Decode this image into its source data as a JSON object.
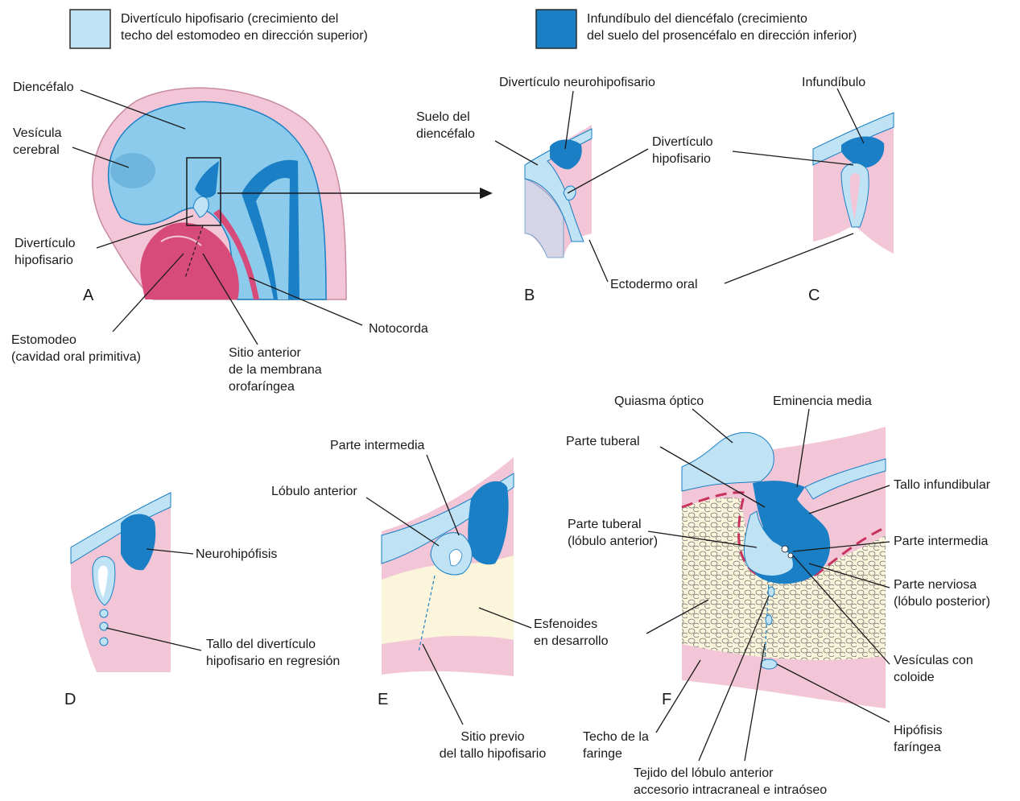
{
  "legend": {
    "left": {
      "color": "#bfe3f5",
      "line1": "Divertículo hipofisario (crecimiento del",
      "line2": "techo del estomodeo en dirección superior)"
    },
    "right": {
      "color": "#1a7fc4",
      "line1": "Infundíbulo del diencéfalo (crecimiento",
      "line2": "del suelo del prosencéfalo en dirección inferior)"
    }
  },
  "colors": {
    "light_blue": "#bfe3f5",
    "mid_blue": "#8ccbec",
    "dark_blue": "#1a7fc4",
    "pink": "#f2c6d6",
    "magenta": "#d64b7a",
    "bone": "#fbf5dc",
    "line": "#1a1a1a"
  },
  "panels": {
    "a": "A",
    "b": "B",
    "c": "C",
    "d": "D",
    "e": "E",
    "f": "F"
  },
  "labels": {
    "a_diencefalo": "Diencéfalo",
    "a_vesicula_1": "Vesícula",
    "a_vesicula_2": "cerebral",
    "a_divert_1": "Divertículo",
    "a_divert_2": "hipofisario",
    "a_estomodeo_1": "Estomodeo",
    "a_estomodeo_2": "(cavidad oral primitiva)",
    "a_sitio_1": "Sitio anterior",
    "a_sitio_2": "de la membrana",
    "a_sitio_3": "orofaríngea",
    "a_notocorda": "Notocorda",
    "b_suelo_1": "Suelo del",
    "b_suelo_2": "diencéfalo",
    "b_neuro": "Divertículo neurohipofisario",
    "b_divert_1": "Divertículo",
    "b_divert_2": "hipofisario",
    "bc_ectodermo": "Ectodermo oral",
    "c_infundibulo": "Infundíbulo",
    "d_neurohipofisis": "Neurohipófisis",
    "d_tallo_1": "Tallo del divertículo",
    "d_tallo_2": "hipofisario en regresión",
    "e_intermedia": "Parte intermedia",
    "e_lobulo": "Lóbulo anterior",
    "e_esfenoides_1": "Esfenoides",
    "e_esfenoides_2": "en desarrollo",
    "e_sitio_1": "Sitio previo",
    "e_sitio_2": "del tallo hipofisario",
    "f_quiasma": "Quiasma óptico",
    "f_eminencia": "Eminencia media",
    "f_tuberal": "Parte tuberal",
    "f_tallo": "Tallo infundibular",
    "f_tuberal2_1": "Parte tuberal",
    "f_tuberal2_2": "(lóbulo anterior)",
    "f_intermedia": "Parte intermedia",
    "f_nerviosa_1": "Parte nerviosa",
    "f_nerviosa_2": "(lóbulo posterior)",
    "f_vesiculas_1": "Vesículas con",
    "f_vesiculas_2": "coloide",
    "f_hipofisis_1": "Hipófisis",
    "f_hipofisis_2": "faríngea",
    "f_techo_1": "Techo de la",
    "f_techo_2": "faringe",
    "f_tejido_1": "Tejido del lóbulo anterior",
    "f_tejido_2": "accesorio intracraneal e intraóseo"
  }
}
